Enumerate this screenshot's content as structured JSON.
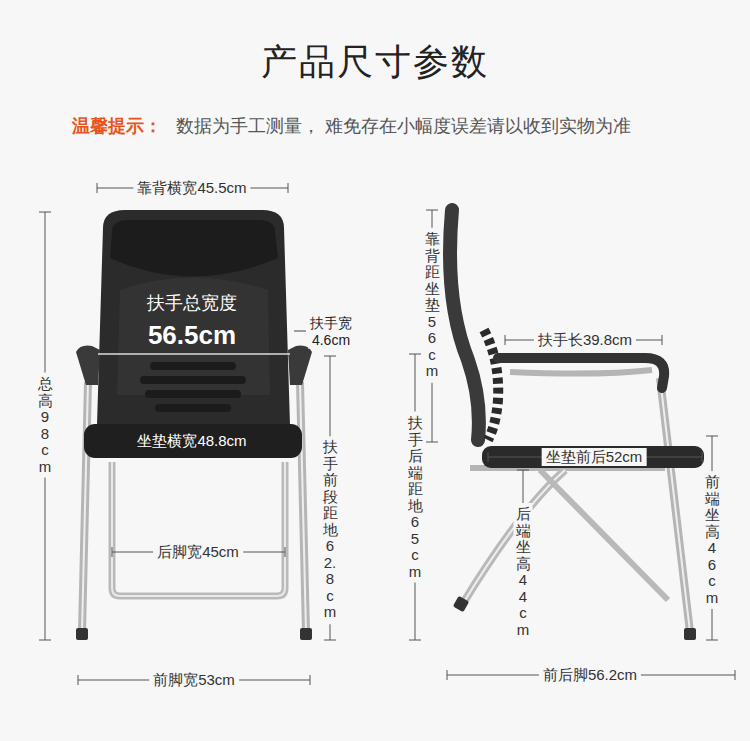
{
  "diagram": {
    "title": "产品尺寸参数",
    "labels": [
      "温馨提示：",
      "数据为手工测量， 难免存在小幅度误差请以收到实物为准",
      "靠背横宽45.5cm",
      "扶手总宽度",
      "56.5cm",
      "扶手宽",
      "4.6cm",
      "总高98cm",
      "坐垫横宽48.8cm",
      "扶手前段距地62.8cm",
      "后脚宽45cm",
      "前脚宽53cm",
      "靠背距坐垫56cm",
      "扶手长39.8cm",
      "扶手后端距地65cm",
      "坐垫前后52cm",
      "前端坐高46cm",
      "后端坐高44cm",
      "前后脚56.2cm"
    ]
  }
}
